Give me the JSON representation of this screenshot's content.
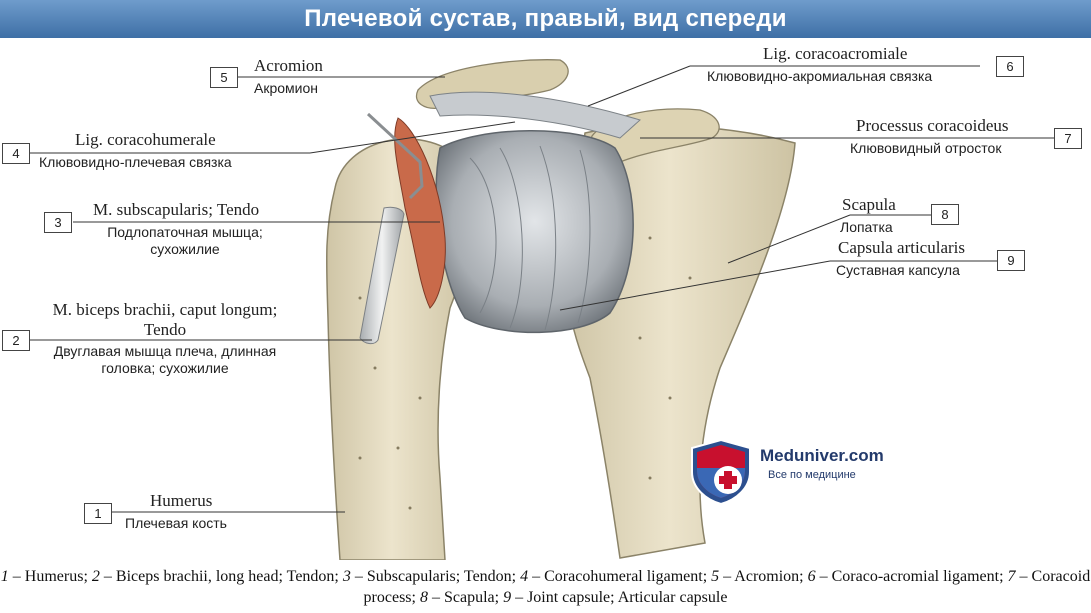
{
  "title": "Плечевой сустав, правый, вид спереди",
  "labels": [
    {
      "num": "5",
      "latin": "Acromion",
      "russian": "Акромион"
    },
    {
      "num": "6",
      "latin": "Lig. coracoacromiale",
      "russian": "Клювовидно-акромиальная связка"
    },
    {
      "num": "4",
      "latin": "Lig. coracohumerale",
      "russian": "Клювовидно-плечевая связка"
    },
    {
      "num": "7",
      "latin": "Processus coracoideus",
      "russian": "Клювовидный отросток"
    },
    {
      "num": "3",
      "latin": "M. subscapularis; Tendo",
      "russian_lines": [
        "Подлопаточная мышца;",
        "сухожилие"
      ]
    },
    {
      "num": "8",
      "latin": "Scapula",
      "russian": "Лопатка"
    },
    {
      "num": "9",
      "latin": "Capsula articularis",
      "russian": "Суставная капсула"
    },
    {
      "num": "2",
      "latin_lines": [
        "M. biceps brachii, caput longum;",
        "Tendo"
      ],
      "russian_lines": [
        "Двуглавая мышца плеча, длинная",
        "головка; сухожилие"
      ]
    },
    {
      "num": "1",
      "latin": "Humerus",
      "russian": "Плечевая кость"
    }
  ],
  "logo": {
    "title": "Meduniver.com",
    "subtitle": "Все по медицине"
  },
  "caption": [
    {
      "n": "1",
      "t": " – Humerus; "
    },
    {
      "n": "2",
      "t": " – Biceps brachii, long head; Tendon; "
    },
    {
      "n": "3",
      "t": " – Subscapularis; Tendon; "
    },
    {
      "n": "4",
      "t": " – Coracohumeral ligament; "
    },
    {
      "n": "5",
      "t": " – Acromion; "
    },
    {
      "n": "6",
      "t": " – Coraco-acromial ligament; "
    },
    {
      "n": "7",
      "t": " – Coracoid process; "
    },
    {
      "n": "8",
      "t": " – Scapula; "
    },
    {
      "n": "9",
      "t": " – Joint capsule; Articular capsule"
    }
  ],
  "colors": {
    "header": "#4a7bb3",
    "bone": "#e6dcc2",
    "capsule": "#c9ccd0",
    "tendon": "#c96a4a",
    "logo": "#c8102e"
  }
}
